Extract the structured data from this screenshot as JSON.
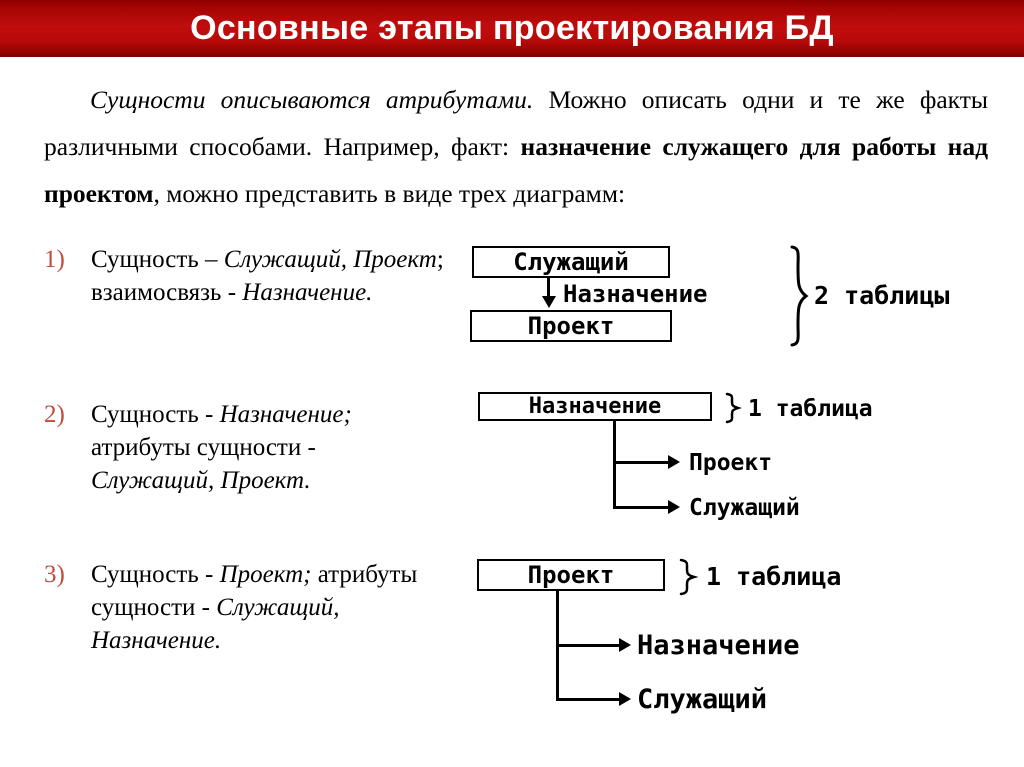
{
  "slide": {
    "title": "Основные этапы проектирования БД",
    "title_bg_color": "#b00d0d",
    "title_text_color": "#ffffff",
    "marker_color": "#bf4b38"
  },
  "intro": {
    "part_italic": "Сущности описываются атрибутами.",
    "part_plain_1": " Можно описать одни и те же факты различными способами. Например, факт: ",
    "part_bold": "назначение служащего для работы над проектом",
    "part_plain_2": ", можно представить в виде трех диаграмм:"
  },
  "items": [
    {
      "marker": "1)",
      "text_plain_1": "Сущность – ",
      "text_italic_1": "Служащий, Проект",
      "text_plain_2": "; взаимосвязь - ",
      "text_italic_2": "Назначение."
    },
    {
      "marker": "2)",
      "text_plain_1": "Сущность - ",
      "text_italic_1": "Назначение;",
      "text_plain_2": " атрибуты сущности - ",
      "text_italic_2": "Служащий, Проект."
    },
    {
      "marker": "3)",
      "text_plain_1": "Сущность - ",
      "text_italic_1": "Проект;",
      "text_plain_2": " атрибуты сущности - ",
      "text_italic_2": "Служащий, Назначение."
    }
  ],
  "diagrams": [
    {
      "id": "diagram-1",
      "entity_box_top": "Служащий",
      "entity_box_bottom": "Проект",
      "relationship_label": "Назначение",
      "result": "2 таблицы",
      "brace": "}"
    },
    {
      "id": "diagram-2",
      "entity_box": "Назначение",
      "result": "1 таблица",
      "brace": "}",
      "attributes": [
        "Проект",
        "Служащий"
      ]
    },
    {
      "id": "diagram-3",
      "entity_box": "Проект",
      "result": "1 таблица",
      "brace": "}",
      "attributes": [
        "Назначение",
        "Служащий"
      ]
    }
  ]
}
